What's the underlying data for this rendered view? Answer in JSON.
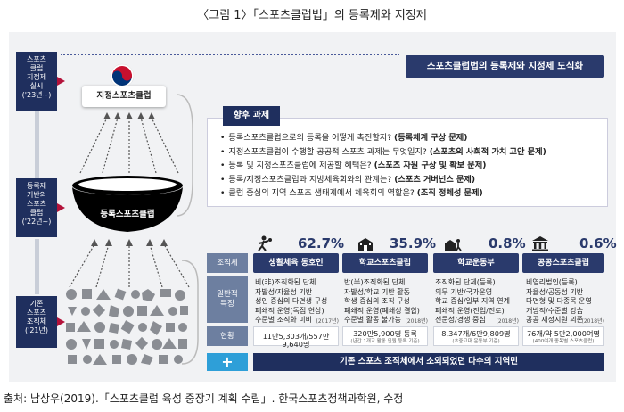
{
  "figure_title": "〈그림 1〉「스포츠클럽법」의 등록제와 지정제",
  "diagram_title": "스포츠클럽법의 등록제와 지정제 도식화",
  "stages": [
    {
      "label": "스포츠\n클럽\n지정제\n실시\n('23년~)"
    },
    {
      "label": "등록제\n기반의\n스포츠\n클럽\n('22년~)"
    },
    {
      "label": "기존\n스포츠\n조직체\n('21년)"
    }
  ],
  "designated_club": "지정스포츠클럽",
  "registered_club": "등록스포츠클럽",
  "tasks": {
    "title": "향후 과제",
    "items": [
      {
        "text": "등록스포츠클럽으로의 등록을 어떻게 촉진할지? ",
        "bold": "(등록체계 구상 문제)"
      },
      {
        "text": "지정스포츠클럽이 수행할 공공적 스포츠 과제는 무엇일지? ",
        "bold": "(스포츠의 사회적 가치 고안 문제)"
      },
      {
        "text": "등록 및 지정스포츠클럽에 제공할 혜택은? ",
        "bold": "(스포츠 자원 구상 및 확보 문제)"
      },
      {
        "text": "등록/지정스포츠클럽과 지방체육회와의 관계는? ",
        "bold": "(스포츠 거버넌스 문제)"
      },
      {
        "text": "클럽 중심의 지역 스포츠 생태계에서 체육회의 역할은? ",
        "bold": "(조직 정체성 문제)"
      }
    ]
  },
  "row_labels": {
    "org": "조직체",
    "features": "일반적\n특징",
    "status": "현황"
  },
  "organizations": [
    {
      "name": "생활체육 동호인",
      "percent": "62.7%",
      "features": [
        "비(非)조직화된 단체",
        "자발성/자율성 기반",
        "성인 중심의 다면생 구성",
        "폐쇄적 운영(독점 현상)",
        "수준별 조직화 미비"
      ],
      "feature_source": "(2017년)",
      "status_main": "11만5,303개/557만9,640명",
      "status_sub": ""
    },
    {
      "name": "학교스포츠클럽",
      "percent": "35.9%",
      "features": [
        "반(半)조직화된 단체",
        "자발성/학교 기반 활동",
        "학생 중심의 조직 구성",
        "폐쇄적 운영(폐쇄성 결합)",
        "수준별 활동 불가능"
      ],
      "feature_source": "(2018년)",
      "status_main": "320만5,900명 등록",
      "status_sub": "(년간 1개교 활동 인원 등록 기준)"
    },
    {
      "name": "학교운동부",
      "percent": "0.8%",
      "features": [
        "조직화된 단체(등록)",
        "의무 기반/국가운영",
        "학교 중심/일부 지역 연계",
        "폐쇄적 운영(진입/진로)",
        "전문성/경쟁 중심"
      ],
      "feature_source": "(2018년)",
      "status_main": "8,347개/6만9,809명",
      "status_sub": "(초중고대 운동부 기준)"
    },
    {
      "name": "공공스포츠클럽",
      "percent": "0.6%",
      "features": [
        "비영리법인(등록)",
        "자율성/공동성 기반",
        "다면형 및 다종목 운영",
        "개방적/수준별 강습",
        "공공 재정지원 의존"
      ],
      "feature_source": "(2018년)",
      "status_main": "76개/약 5만2,000여명",
      "status_sub": "(400여개 종목별 스포츠클럽)"
    }
  ],
  "plus_symbol": "+",
  "bottom_bar": "기존 스포츠 조직체에서 소외되었던 다수의 지역민",
  "source": "출처: 남상우(2019).「스포츠클럽 육성 중장기 계획 수립」. 한국스포츠정책과학원, 수정",
  "colors": {
    "navy": "#1f2f5e",
    "red_arrow": "#b3123a",
    "accent_blue": "#2e9fd8",
    "gray_label": "#6d7fa0"
  }
}
